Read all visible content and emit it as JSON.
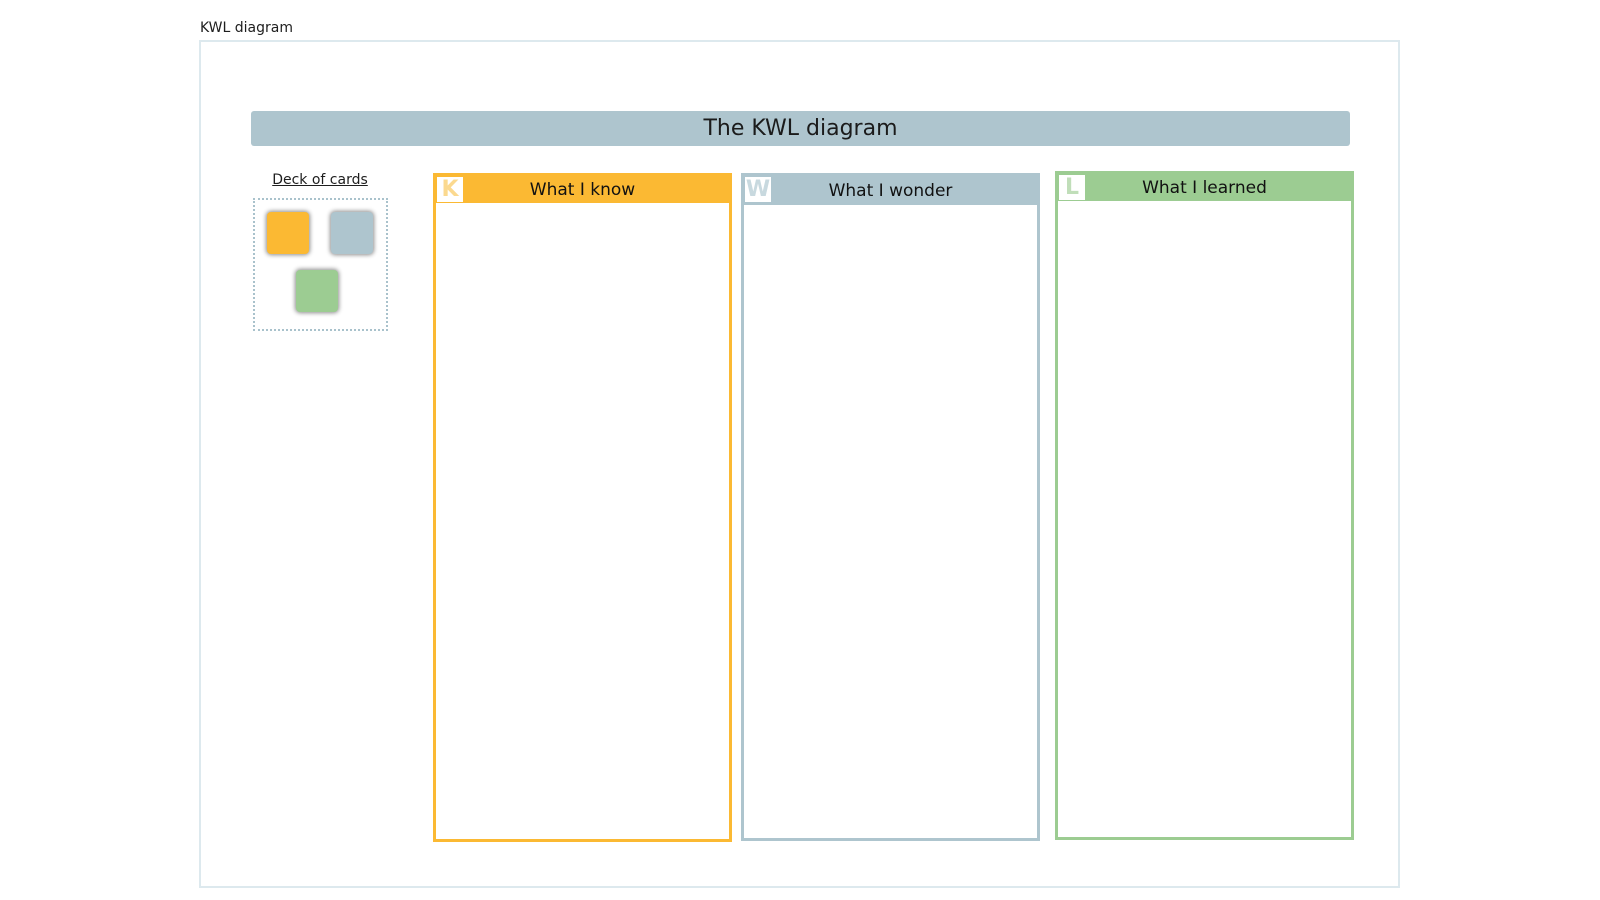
{
  "frame": {
    "label": "KWL diagram"
  },
  "title": "The KWL diagram",
  "deck": {
    "label": "Deck of cards",
    "cards": [
      {
        "name": "know-card",
        "color": "#fbb933"
      },
      {
        "name": "wonder-card",
        "color": "#aec5ce"
      },
      {
        "name": "learned-card",
        "color": "#9ccc92"
      }
    ]
  },
  "columns": [
    {
      "letter": "K",
      "title": "What I know",
      "color": "#fbb933",
      "letter_color": "#fbd98f"
    },
    {
      "letter": "W",
      "title": "What I wonder",
      "color": "#aec5ce",
      "letter_color": "#c8d9df"
    },
    {
      "letter": "L",
      "title": "What I learned",
      "color": "#9ccc92",
      "letter_color": "#c0deb9"
    }
  ]
}
